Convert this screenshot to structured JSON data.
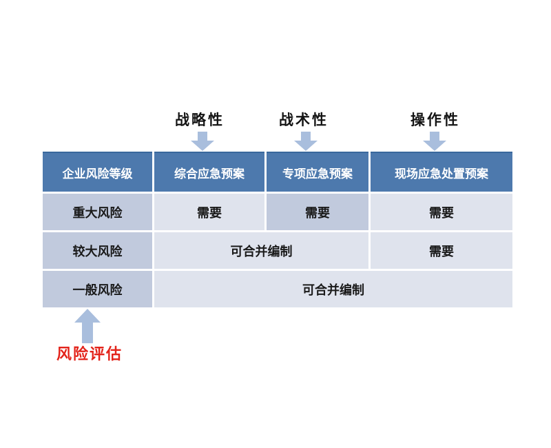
{
  "annotations": {
    "top_labels": [
      {
        "text": "战略性"
      },
      {
        "text": "战术性"
      },
      {
        "text": "操作性"
      }
    ],
    "bottom_label": {
      "text": "风险评估"
    }
  },
  "table": {
    "headers": [
      "企业风险等级",
      "综合应急预案",
      "专项应急预案",
      "现场应急处置预案"
    ],
    "rows": [
      {
        "level": "重大风险",
        "cells": [
          {
            "text": "需要"
          },
          {
            "text": "需要"
          },
          {
            "text": "需要"
          }
        ]
      },
      {
        "level": "较大风险",
        "cells": [
          {
            "text": "可合并编制"
          },
          {
            "text": "需要"
          }
        ]
      },
      {
        "level": "一般风险",
        "cells": [
          {
            "text": "可合并编制"
          }
        ]
      }
    ]
  },
  "colors": {
    "header_blue": "#4d79ad",
    "header_top_line": "#39689c",
    "dark_cell": "#c1cadd",
    "light_cell": "#dfe3ed",
    "arrow_blue": "#a9bedd",
    "red_label": "#e3231a"
  }
}
